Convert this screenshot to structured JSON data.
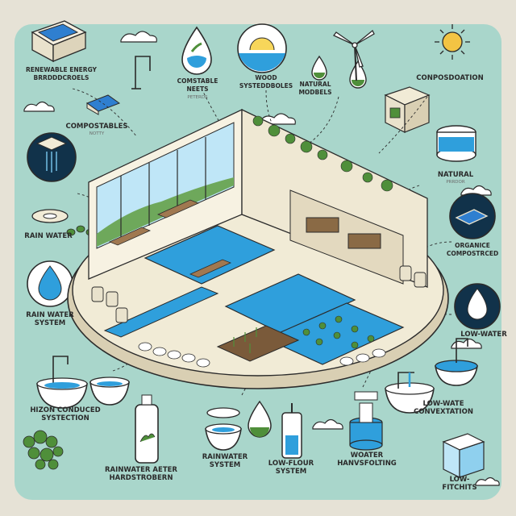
{
  "labels": {
    "renewable": "RENEWABLE ENERGY\nBRRDDDCROELS",
    "compostables": "COMPOSTABLES",
    "compostables_sub": "NOTTY",
    "potable": "COMSTABLE\nNEETS",
    "potable_sub": "PETERDS",
    "wood": "WOOD\nSYSTEDDBOLES",
    "natural_models": "NATURAL\nMODBELS",
    "composition": "CONPOSDOATION",
    "natural": "NATURAL",
    "natural_sub": "PRRDOR",
    "rain_water_top": "RAIN WATER",
    "rain_water_system": "RAIN WATER\nSYSTEM",
    "organic": "ORGANICE\nCOMPOSTRCED",
    "low_water": "LOW-WATER",
    "hizon": "HIZON CONDUCED\nSYSTECTION",
    "rainwater_harden": "RAINWATER AETER\nHARDSTROBERN",
    "rainwater_system": "RAINWATER\nSYSTEM",
    "low_flour": "LOW-FLOUR\nSYSTEM",
    "water_harvest": "WOATER\nHANVSFOLTING",
    "low_conv": "LOW-WATE\nCONVEXTATION",
    "low_fitchits": "LOW-\nFITCHITS"
  },
  "colors": {
    "panel": "#a9d6cb",
    "background": "#e6e2d6",
    "water": "#2f9fdc",
    "plant": "#4f8f3a",
    "cream": "#f1ebd6",
    "outline": "#2b2b2b"
  },
  "icons": [
    "solar-panel-icon",
    "sun-icon",
    "wind-turbine-icon",
    "water-drop-icon",
    "sink-icon",
    "bowl-icon",
    "bottle-icon",
    "filter-icon",
    "cloud-icon",
    "water-tank-icon"
  ]
}
